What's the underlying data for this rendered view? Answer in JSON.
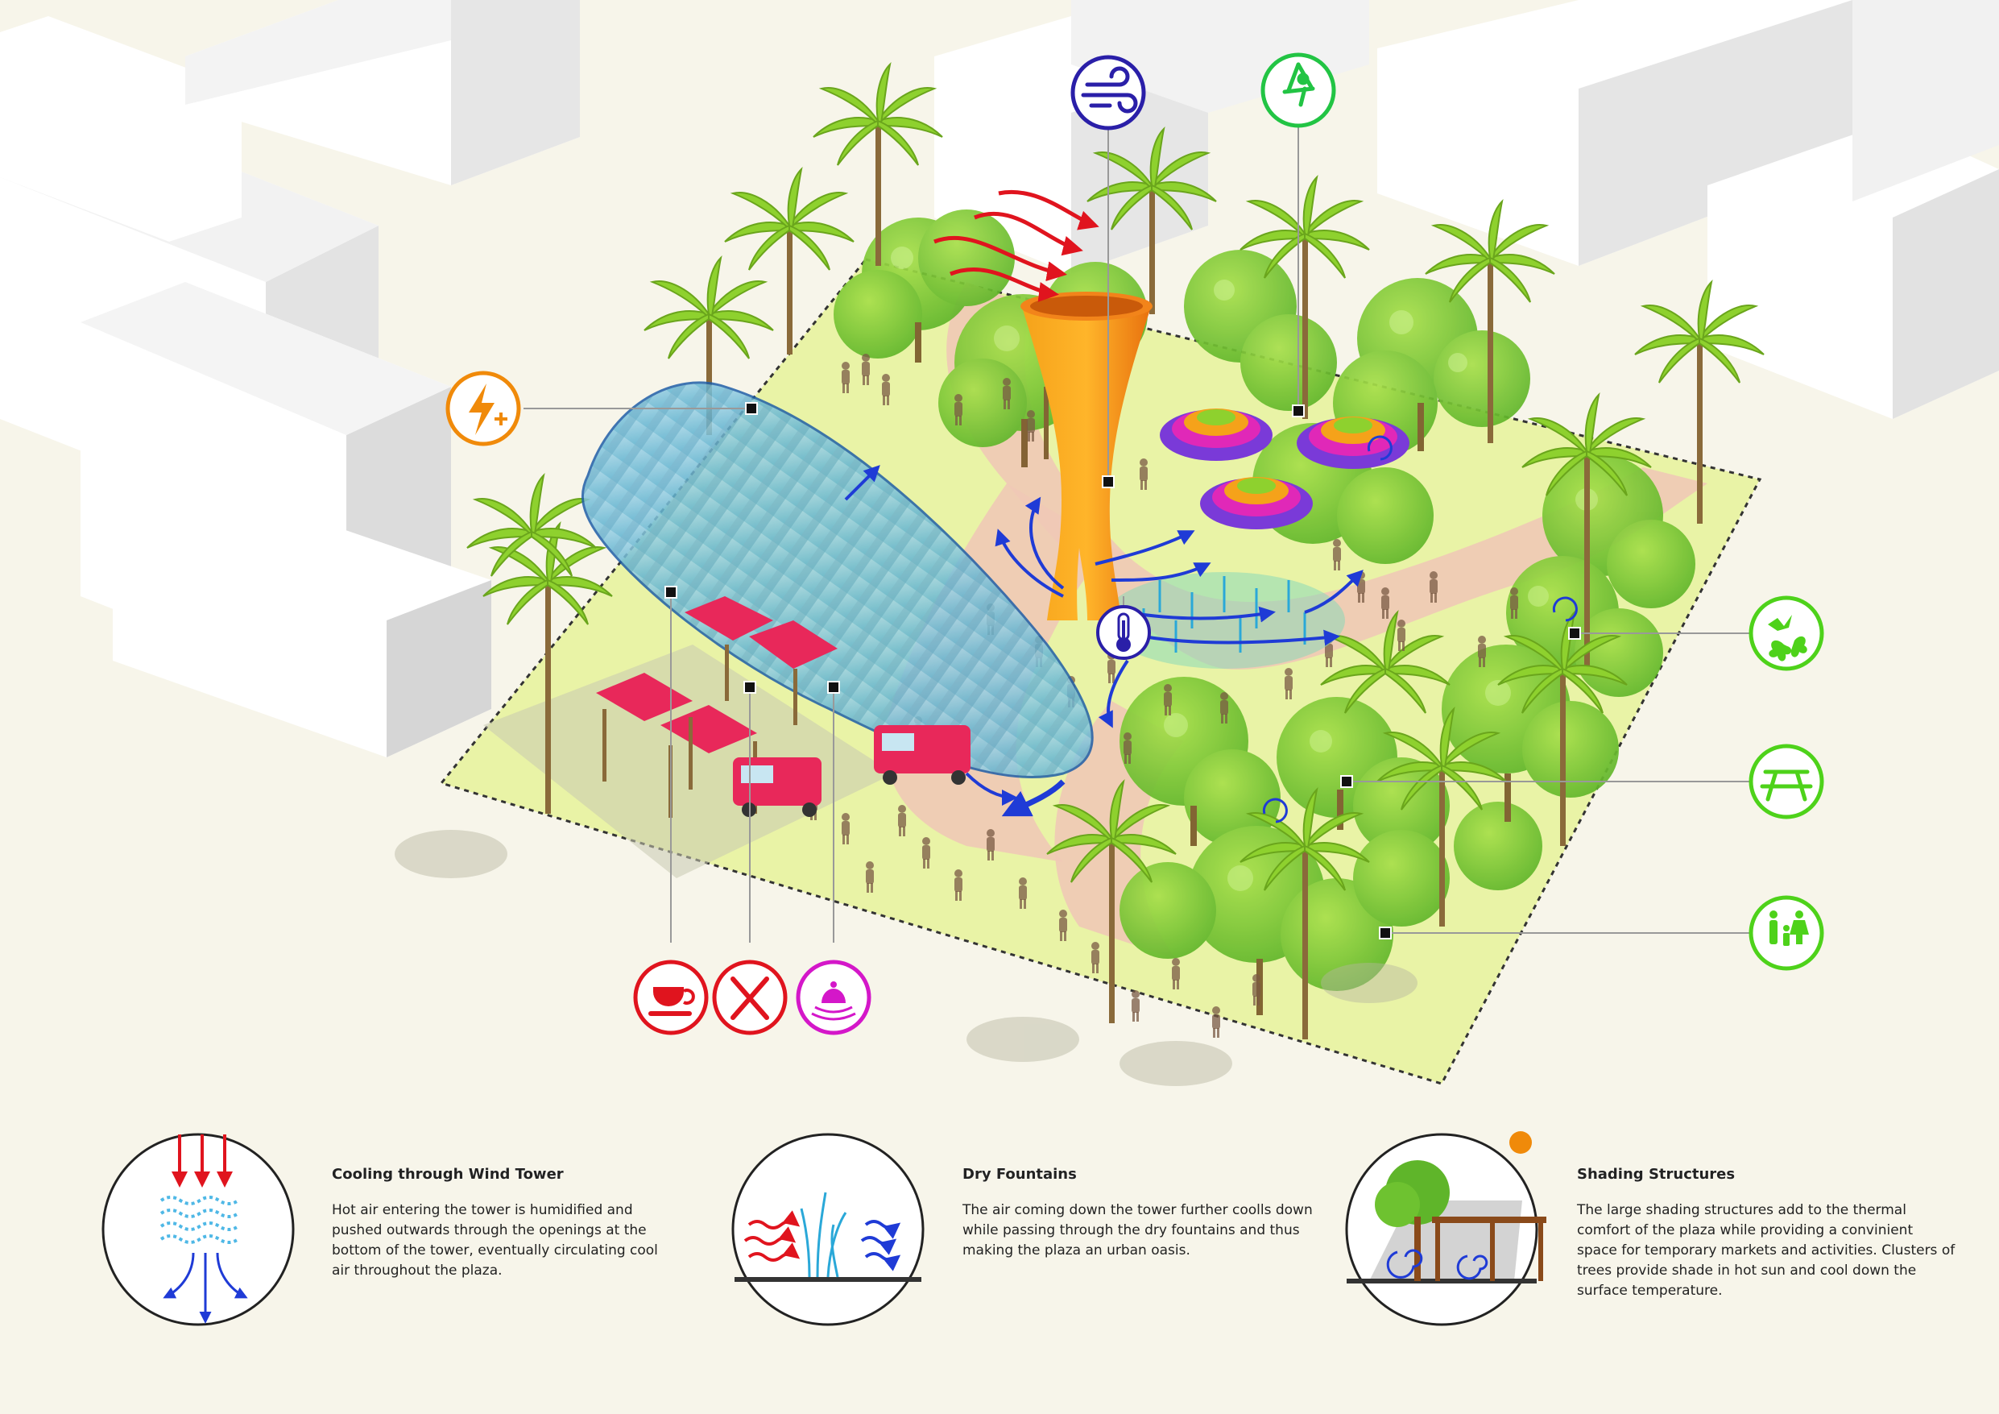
{
  "callouts": [
    {
      "title": "Cooling through Wind Tower",
      "body": "Hot air entering the tower is humidified and pushed outwards through the openings at the bottom of the tower, eventually circulating cool air throughout the plaza."
    },
    {
      "title": "Dry Fountains",
      "body": "The air coming down the tower further coolls down while passing through the dry fountains and thus making the plaza an urban oasis."
    },
    {
      "title": "Shading Structures",
      "body": "The large shading structures add to the thermal comfort of the plaza while providing a convinient space for temporary markets and activities. Clusters of trees provide shade in hot sun and cool down the surface temperature."
    }
  ],
  "icons": {
    "wind": {
      "name": "wind-icon",
      "color": "#2a1fa8"
    },
    "playground": {
      "name": "swing-icon",
      "color": "#22c444"
    },
    "energy": {
      "name": "energy-icon",
      "color": "#f08a0a"
    },
    "thermometer": {
      "name": "thermometer-icon",
      "color": "#2a1fa8"
    },
    "cafe": {
      "name": "cafe-icon",
      "color": "#e0141e"
    },
    "restaurant": {
      "name": "fork-knife-icon",
      "color": "#e0141e"
    },
    "market": {
      "name": "bell-icon",
      "color": "#d417c9"
    },
    "biodiversity": {
      "name": "bird-butterfly-icon",
      "color": "#4ed21a"
    },
    "picnic": {
      "name": "picnic-table-icon",
      "color": "#4ed21a"
    },
    "family": {
      "name": "family-icon",
      "color": "#4ed21a"
    }
  },
  "colors": {
    "accent_red": "#e0141e",
    "accent_blue": "#1f3bd6",
    "accent_green": "#4ed21a",
    "accent_orange": "#f08a0a",
    "accent_magenta": "#d417c9"
  }
}
